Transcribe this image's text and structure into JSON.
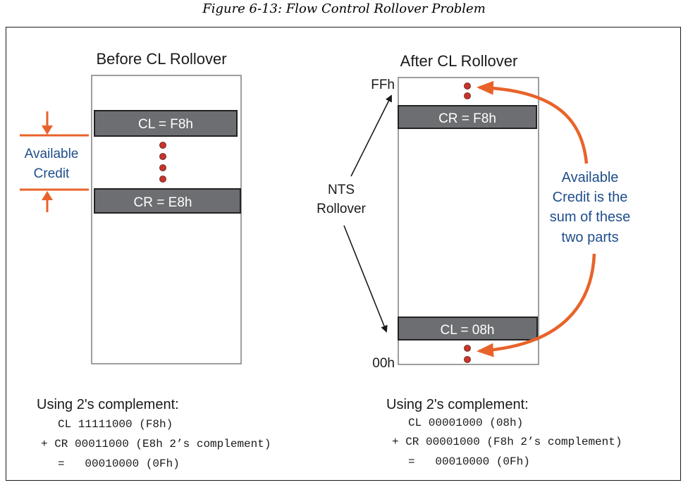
{
  "caption": "Figure 6-13: Flow Control Rollover Problem",
  "left": {
    "title": "Before CL Rollover",
    "cl_bar": "CL = F8h",
    "cr_bar": "CR = E8h",
    "available_line1": "Available",
    "available_line2": "Credit"
  },
  "right": {
    "title": "After CL Rollover",
    "ffh": "FFh",
    "zeroh": "00h",
    "cr_bar": "CR = F8h",
    "cl_bar": "CL = 08h",
    "nts_line1": "NTS",
    "nts_line2": "Rollover",
    "sum_line1": "Available",
    "sum_line2": "Credit is the",
    "sum_line3": "sum of these",
    "sum_line4": "two parts"
  },
  "calc_left": {
    "heading": "Using 2's complement:",
    "line1": "CL 11111000 (F8h)",
    "line2": "+ CR 00011000 (E8h 2’s complement)",
    "line3": "=   00010000 (0Fh)"
  },
  "calc_right": {
    "heading": "Using 2's complement:",
    "line1": "CL 00001000 (08h)",
    "line2": "+ CR 00001000 (F8h 2’s complement)",
    "line3": "=   00010000 (0Fh)"
  },
  "colors": {
    "accent_orange": "#e8632a",
    "bar_gray": "#6d6e71",
    "dot_red": "#c8352a",
    "label_blue": "#1f4e8c"
  }
}
